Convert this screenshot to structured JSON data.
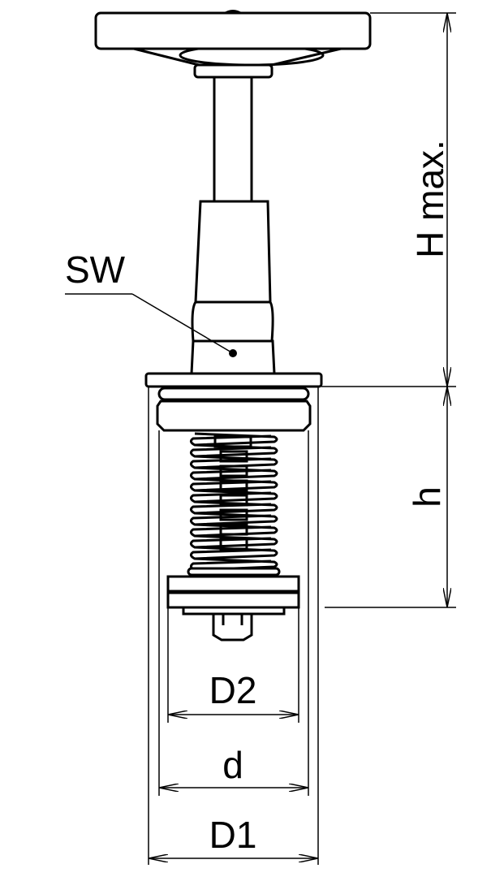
{
  "labels": {
    "sw": "SW",
    "h_max": "H max.",
    "h": "h",
    "d2": "D2",
    "d": "d",
    "d1": "D1"
  }
}
